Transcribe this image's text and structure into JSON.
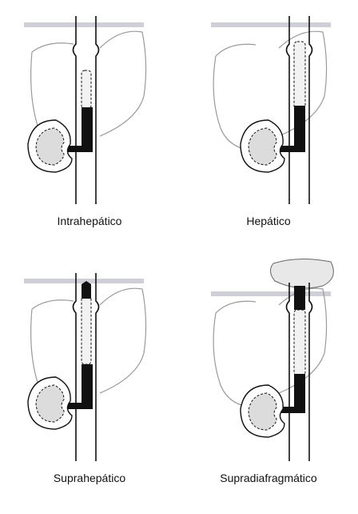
{
  "panels": [
    {
      "label": "Intrahepático",
      "tumor": "intrahepatic"
    },
    {
      "label": "Hepático",
      "tumor": "hepatic"
    },
    {
      "label": "Suprahepático",
      "tumor": "suprahepatic"
    },
    {
      "label": "Supradiafragmático",
      "tumor": "supradiaphragmatic"
    }
  ],
  "colors": {
    "outline": "#111111",
    "liver": "#9a9a9a",
    "tumor": "#111111",
    "thrombus_fill": "#e6e6e6",
    "kidney_fill": "#d9d9d9",
    "diaphragm": "#c9c9d2",
    "heart": "#e8e8e8"
  }
}
